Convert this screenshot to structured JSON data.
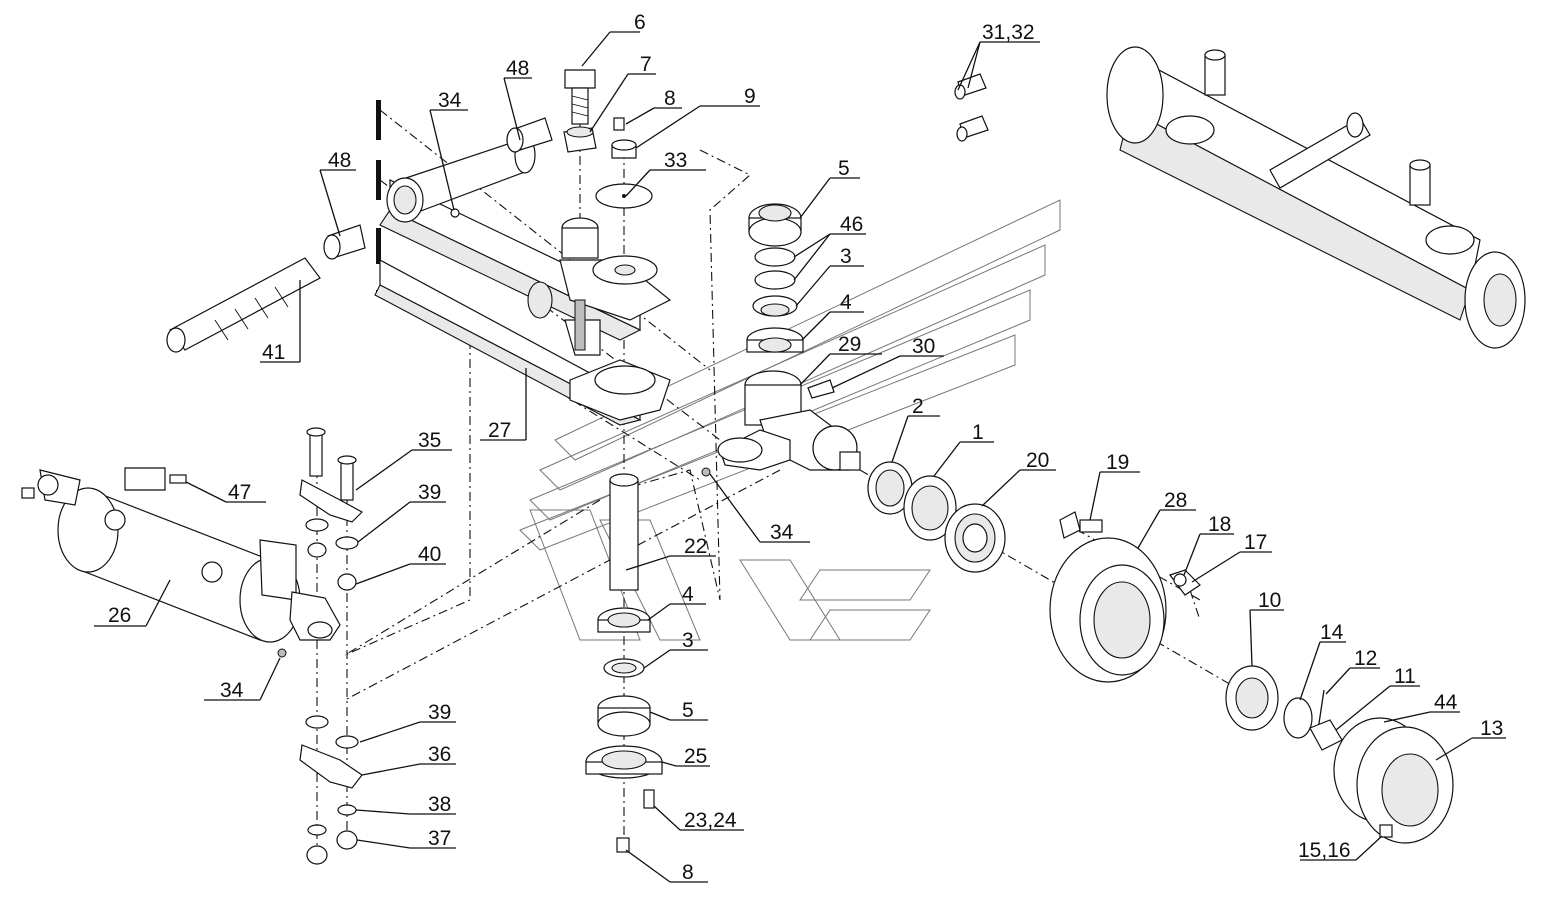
{
  "diagram": {
    "labels": [
      {
        "id": "l-6",
        "text": "6"
      },
      {
        "id": "l-7",
        "text": "7"
      },
      {
        "id": "l-8a",
        "text": "8"
      },
      {
        "id": "l-9",
        "text": "9"
      },
      {
        "id": "l-48a",
        "text": "48"
      },
      {
        "id": "l-34a",
        "text": "34"
      },
      {
        "id": "l-48b",
        "text": "48"
      },
      {
        "id": "l-33",
        "text": "33"
      },
      {
        "id": "l-5a",
        "text": "5"
      },
      {
        "id": "l-46",
        "text": "46"
      },
      {
        "id": "l-3a",
        "text": "3"
      },
      {
        "id": "l-4a",
        "text": "4"
      },
      {
        "id": "l-29",
        "text": "29"
      },
      {
        "id": "l-30",
        "text": "30"
      },
      {
        "id": "l-41",
        "text": "41"
      },
      {
        "id": "l-2",
        "text": "2"
      },
      {
        "id": "l-1",
        "text": "1"
      },
      {
        "id": "l-20",
        "text": "20"
      },
      {
        "id": "l-27",
        "text": "27"
      },
      {
        "id": "l-35",
        "text": "35"
      },
      {
        "id": "l-19",
        "text": "19"
      },
      {
        "id": "l-28",
        "text": "28"
      },
      {
        "id": "l-47",
        "text": "47"
      },
      {
        "id": "l-39a",
        "text": "39"
      },
      {
        "id": "l-18",
        "text": "18"
      },
      {
        "id": "l-17",
        "text": "17"
      },
      {
        "id": "l-34b",
        "text": "34"
      },
      {
        "id": "l-22",
        "text": "22"
      },
      {
        "id": "l-40",
        "text": "40"
      },
      {
        "id": "l-10",
        "text": "10"
      },
      {
        "id": "l-4b",
        "text": "4"
      },
      {
        "id": "l-26",
        "text": "26"
      },
      {
        "id": "l-14",
        "text": "14"
      },
      {
        "id": "l-3b",
        "text": "3"
      },
      {
        "id": "l-12",
        "text": "12"
      },
      {
        "id": "l-11",
        "text": "11"
      },
      {
        "id": "l-34c",
        "text": "34"
      },
      {
        "id": "l-44",
        "text": "44"
      },
      {
        "id": "l-5b",
        "text": "5"
      },
      {
        "id": "l-39b",
        "text": "39"
      },
      {
        "id": "l-13",
        "text": "13"
      },
      {
        "id": "l-36",
        "text": "36"
      },
      {
        "id": "l-25",
        "text": "25"
      },
      {
        "id": "l-38",
        "text": "38"
      },
      {
        "id": "l-23-24",
        "text": "23,24"
      },
      {
        "id": "l-37",
        "text": "37"
      },
      {
        "id": "l-15-16",
        "text": "15,16"
      },
      {
        "id": "l-8b",
        "text": "8"
      },
      {
        "id": "l-31-32",
        "text": "31,32"
      }
    ]
  }
}
